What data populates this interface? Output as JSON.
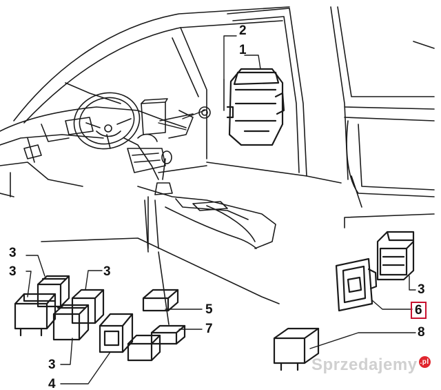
{
  "labels": {
    "l2": "2",
    "l1": "1",
    "l3_left_top": "3",
    "l3_left_mid": "3",
    "l3_center": "3",
    "l3_bottom": "3",
    "l4": "4",
    "l5": "5",
    "l7": "7",
    "l3_right": "3",
    "l6": "6",
    "l8": "8"
  },
  "colors": {
    "line": "#1a1a1a",
    "highlight_box": "#c8102e",
    "watermark_badge": "#e0262e"
  },
  "watermark": {
    "text": "Sprzedajemy",
    "badge": ".pl"
  }
}
